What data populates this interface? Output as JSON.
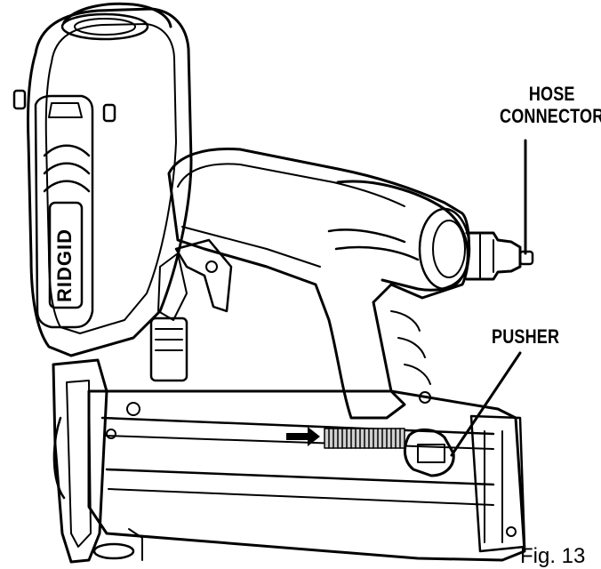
{
  "labels": {
    "hose_connector_line1": "HOSE",
    "hose_connector_line2": "CONNECTOR",
    "pusher": "PUSHER"
  },
  "brand": "RIDGID",
  "figure_caption": "Fig. 13",
  "colors": {
    "ink": "#000000",
    "paper": "#ffffff",
    "shade": "#cfcfcf"
  },
  "icons": {
    "direction_arrow": "arrow-right-icon"
  }
}
